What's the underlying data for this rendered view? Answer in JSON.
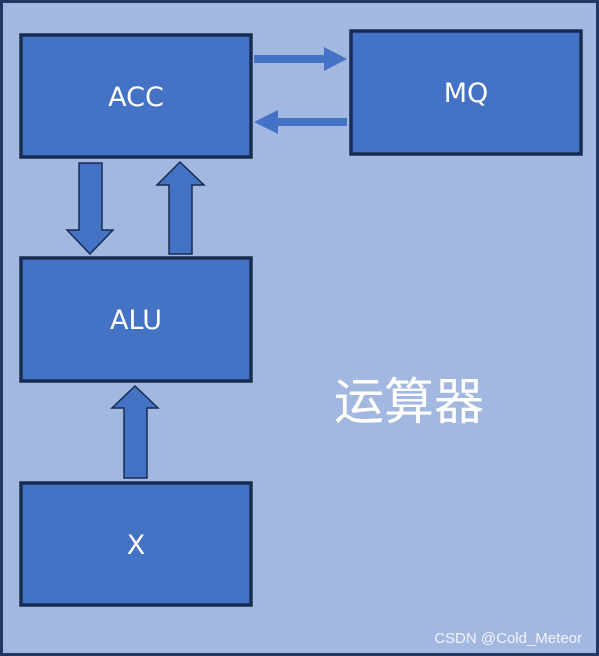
{
  "diagram": {
    "title": "运算器",
    "boxes": {
      "acc": "ACC",
      "mq": "MQ",
      "alu": "ALU",
      "x": "X"
    },
    "watermark": "CSDN @Cold_Meteor"
  },
  "colors": {
    "background": "#a3b8e1",
    "frame": "#1f3864",
    "box_fill": "#4472c4",
    "box_stroke": "#172c51",
    "arrow_fill": "#4472c4",
    "arrow_stroke": "#172c51",
    "text": "#ffffff"
  }
}
